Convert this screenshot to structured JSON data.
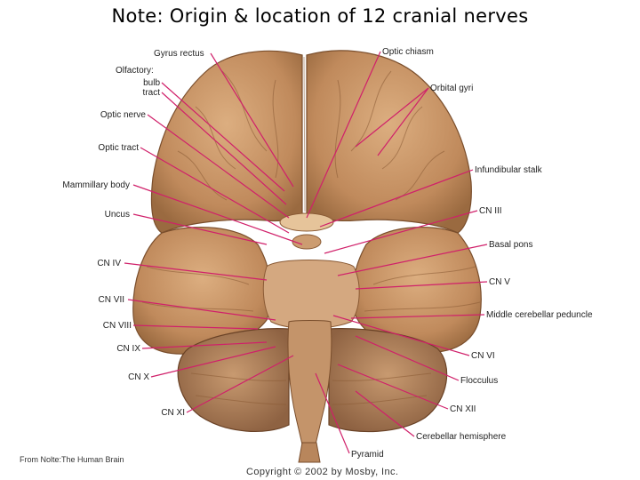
{
  "title": "Note: Origin & location of 12 cranial nerves",
  "credit": "From Nolte:The Human Brain",
  "copyright": "Copyright © 2002 by Mosby, Inc.",
  "labels": {
    "gyrus_rectus": "Gyrus rectus",
    "olfactory": "Olfactory:",
    "bulb": "bulb",
    "tract": "tract",
    "optic_nerve": "Optic nerve",
    "optic_tract": "Optic tract",
    "mammillary_body": "Mammillary body",
    "uncus": "Uncus",
    "cn_iv": "CN IV",
    "cn_vii": "CN VII",
    "cn_viii": "CN VIII",
    "cn_ix": "CN IX",
    "cn_x": "CN X",
    "cn_xi": "CN XI",
    "optic_chiasm": "Optic chiasm",
    "orbital_gyri": "Orbital gyri",
    "infundibular_stalk": "Infundibular stalk",
    "cn_iii": "CN III",
    "basal_pons": "Basal pons",
    "cn_v": "CN V",
    "middle_cerebellar_peduncle": "Middle cerebellar peduncle",
    "cn_vi": "CN VI",
    "flocculus": "Flocculus",
    "cn_xii": "CN XII",
    "cerebellar_hemisphere": "Cerebellar hemisphere",
    "pyramid": "Pyramid"
  },
  "colors": {
    "brain_base": "#c08a5c",
    "brain_light": "#d9a878",
    "brain_dark": "#8a5a34",
    "leader_line": "#d0206a"
  }
}
